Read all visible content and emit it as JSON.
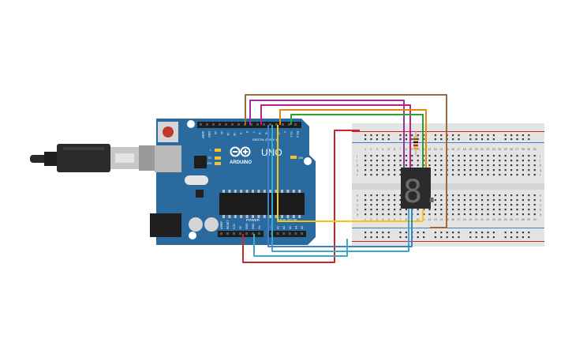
{
  "board": {
    "brand": "ARDUINO",
    "model": "UNO",
    "on_label": "ON",
    "l_label": "L",
    "tx_label": "TX",
    "rx_label": "RX",
    "digital_label": "DIGITAL (PWM~)",
    "power_label": "POWER",
    "analog_label": "ANALOG IN",
    "digital_pins": [
      "AREF",
      "GND",
      "13",
      "12",
      "~11",
      "~10",
      "~9",
      "8",
      "7",
      "~6",
      "~5",
      "4",
      "~3",
      "2",
      "TX 1",
      "RX 0"
    ],
    "power_pins": [
      "IOREF",
      "RESET",
      "3.3V",
      "5V",
      "GND",
      "GND",
      "Vin"
    ],
    "analog_pins": [
      "A0",
      "A1",
      "A2",
      "A3",
      "A4",
      "A5"
    ]
  },
  "display": {
    "digit": "8."
  },
  "breadboard": {
    "row_letters_top": [
      "j",
      "i",
      "h",
      "g",
      "f"
    ],
    "row_letters_bottom": [
      "e",
      "d",
      "c",
      "b",
      "a"
    ],
    "columns": [
      "1",
      "2",
      "3",
      "4",
      "5",
      "6",
      "7",
      "8",
      "9",
      "10",
      "11",
      "12",
      "13",
      "14",
      "15",
      "16",
      "17",
      "18",
      "19",
      "20",
      "21",
      "22",
      "23",
      "24",
      "25",
      "26",
      "27",
      "28",
      "29",
      "30"
    ]
  },
  "colors": {
    "board": "#2a6a9f",
    "wire_brown": "#9b6a3c",
    "wire_purple": "#9c2fa3",
    "wire_magenta": "#c21e8f",
    "wire_orange": "#e58a0c",
    "wire_green": "#27a337",
    "wire_red": "#c9262b",
    "wire_yellow": "#f2c90e",
    "wire_cyan": "#3aa8cf",
    "wire_blue": "#3d82c4"
  }
}
